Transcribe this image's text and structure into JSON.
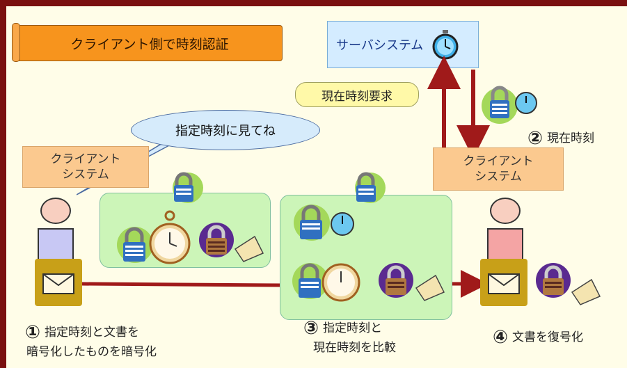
{
  "title": "クライアント側で時刻認証",
  "server": {
    "label": "サーバシステム",
    "icon": "stopwatch-icon"
  },
  "request_bubble": "現在時刻要求",
  "speech_bubble": "指定時刻に見てね",
  "client_left": {
    "line1": "クライアント",
    "line2": "システム"
  },
  "client_right": {
    "line1": "クライアント",
    "line2": "システム"
  },
  "step2": {
    "num": "②",
    "text": "現在時刻"
  },
  "step1": {
    "num": "①",
    "line1": "指定時刻と文書を",
    "line2": "暗号化したものを暗号化"
  },
  "step3": {
    "num": "③",
    "line1": "指定時刻と",
    "line2": "現在時刻を比較"
  },
  "step4": {
    "num": "④",
    "text": "文書を復号化"
  },
  "colors": {
    "frame": "#7a1010",
    "arrow": "#a01a1a",
    "orange": "#f7941d",
    "green": "#ccf5b8",
    "server_bg": "#d4ecff"
  }
}
